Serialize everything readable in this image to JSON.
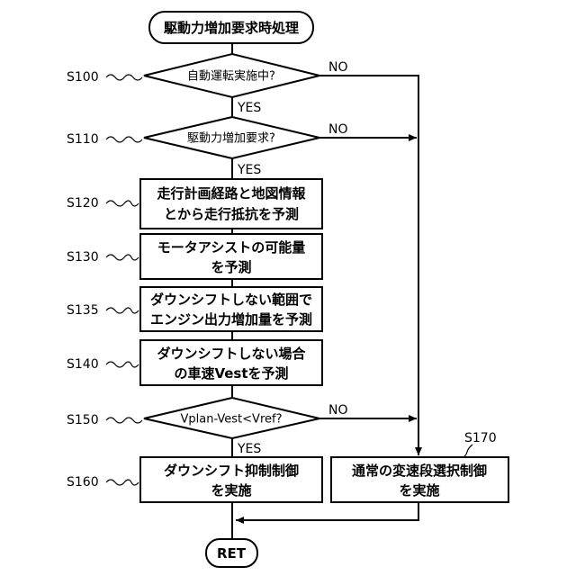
{
  "start": {
    "label": "駆動力増加要求時処理"
  },
  "end": {
    "label": "RET"
  },
  "decisions": [
    {
      "id": "S100",
      "step": "S100",
      "text": "自動運転実施中?",
      "no": "NO",
      "yes": "YES"
    },
    {
      "id": "S110",
      "step": "S110",
      "text": "駆動力増加要求?",
      "no": "NO",
      "yes": "YES"
    },
    {
      "id": "S150",
      "step": "S150",
      "text": "Vplan-Vest<Vref?",
      "no": "NO",
      "yes": "YES"
    }
  ],
  "processes": [
    {
      "id": "S120",
      "step": "S120",
      "lines": [
        "走行計画経路と地図情報",
        "とから走行抵抗を予測"
      ]
    },
    {
      "id": "S130",
      "step": "S130",
      "lines": [
        "モータアシストの可能量",
        "を予測"
      ]
    },
    {
      "id": "S135",
      "step": "S135",
      "lines": [
        "ダウンシフトしない範囲で",
        "エンジン出力増加量を予測"
      ]
    },
    {
      "id": "S140",
      "step": "S140",
      "lines": [
        "ダウンシフトしない場合",
        "の車速Vestを予測"
      ]
    },
    {
      "id": "S160",
      "step": "S160",
      "lines": [
        "ダウンシフト抑制制御",
        "を実施"
      ]
    },
    {
      "id": "S170",
      "step": "S170",
      "lines": [
        "通常の変速段選択制御",
        "を実施"
      ]
    }
  ]
}
